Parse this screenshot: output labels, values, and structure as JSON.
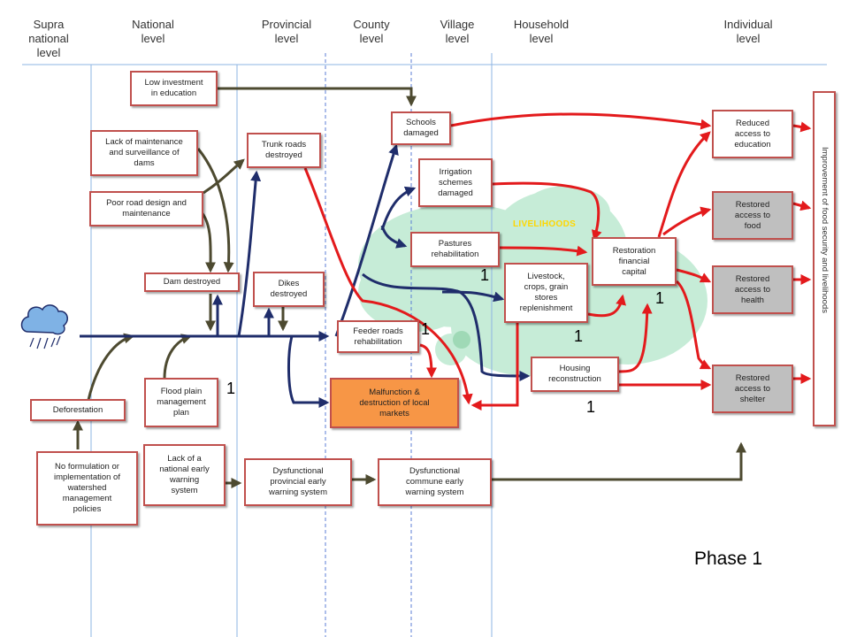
{
  "levels": [
    {
      "id": "supra",
      "label": "Supra\nnational\nlevel"
    },
    {
      "id": "national",
      "label": "National\nlevel"
    },
    {
      "id": "provincial",
      "label": "Provincial\nlevel"
    },
    {
      "id": "county",
      "label": "County\nlevel"
    },
    {
      "id": "village",
      "label": "Village\nlevel"
    },
    {
      "id": "household",
      "label": "Household\nlevel"
    },
    {
      "id": "individual",
      "label": "Individual\nlevel"
    }
  ],
  "nodes": {
    "low_investment": "Low investment\nin education",
    "lack_maintenance": "Lack of maintenance\nand surveillance of\ndams",
    "poor_road": "Poor road design and\nmaintenance",
    "trunk_roads": "Trunk roads\ndestroyed",
    "schools_damaged": "Schools\ndamaged",
    "irrigation": "Irrigation\nschemes\ndamaged",
    "pastures": "Pastures\nrehabilitation",
    "dam_destroyed": "Dam destroyed",
    "dikes": "Dikes\ndestroyed",
    "feeder_roads": "Feeder roads\nrehabilitation",
    "livestock": "Livestock,\ncrops, grain\nstores\nreplenishment",
    "restoration_financial": "Restoration\nfinancial\ncapital",
    "housing": "Housing\nreconstruction",
    "malfunction": "Malfunction &\ndestruction of local\nmarkets",
    "reduced_education": "Reduced\naccess to\neducation",
    "restored_food": "Restored\naccess to\nfood",
    "restored_health": "Restored\naccess to\nhealth",
    "restored_shelter": "Restored\naccess to\nshelter",
    "deforestation": "Deforestation",
    "flood_plain": "Flood plain\nmanagement\nplan",
    "lack_warning": "Lack of a\nnational early\nwarning\nsystem",
    "no_watershed": "No formulation or\nimplementation of\nwatershed\nmanagement\npolicies",
    "dys_provincial": "Dysfunctional\nprovincial early\nwarning system",
    "dys_commune": "Dysfunctional\ncommune early\nwarning system"
  },
  "livelihoods_label": "LIVELIHOODS",
  "outcome_label": "Improvement of food security and livelihoods",
  "markers": [
    "1",
    "1",
    "1",
    "1",
    "1",
    "1"
  ],
  "phase_label": "Phase 1",
  "colors": {
    "red": "#e31a1c",
    "navy": "#1f2d6b",
    "olive": "#4d4a30",
    "box_border": "#c0504d",
    "gray_fill": "#bfbfbf",
    "orange_fill": "#f79646",
    "cloud": "#c6ecd7",
    "lines": "#8eb4e3"
  }
}
